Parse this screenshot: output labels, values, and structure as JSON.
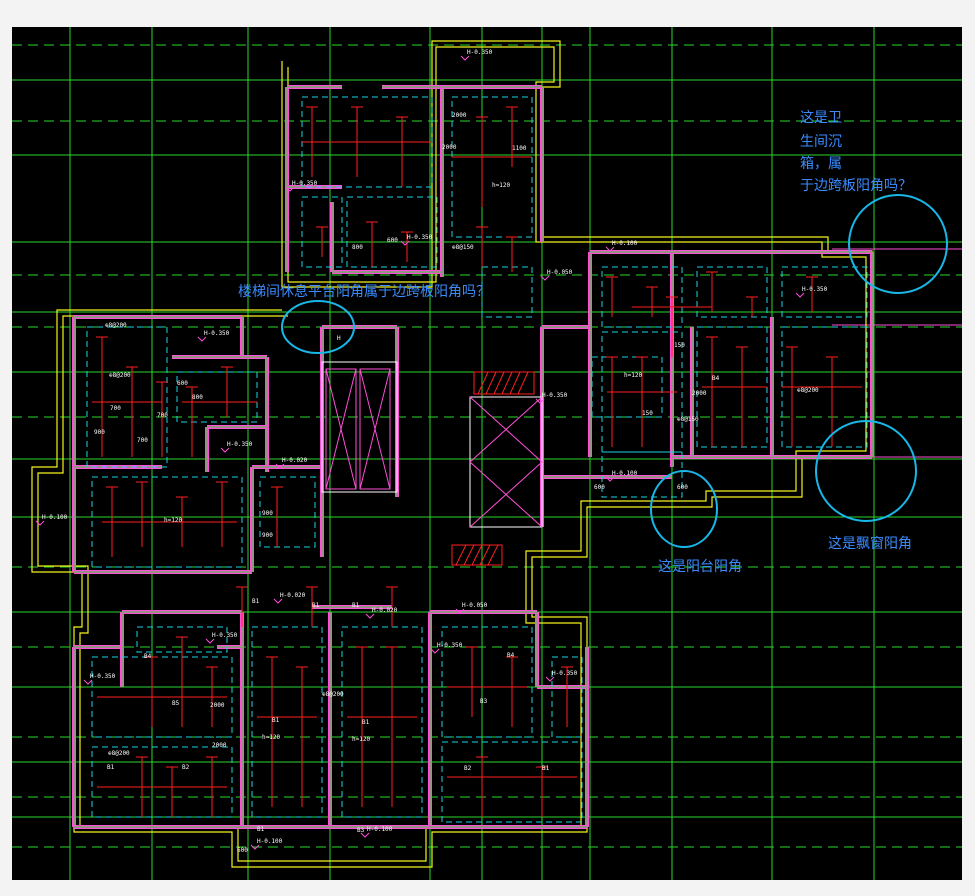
{
  "drawing": {
    "background": "#000000",
    "colors": {
      "grid_axis": "#2bd62b",
      "wall": "#ff4fd8",
      "outline": "#f4f41c",
      "rebar": "#ff2020",
      "dashed": "#1ad5e6",
      "annotation": "#3a8cff",
      "circle": "#18b7e8",
      "white": "#ffffff"
    }
  },
  "annotations": {
    "bathroom_q_line1": "这是卫",
    "bathroom_q_line2": "生间沉",
    "bathroom_q_line3": "箱，属",
    "bathroom_q_line4": "于边跨板阳角吗？",
    "stair_q": "楼梯间休息平台阳角属于边跨板阳角吗？",
    "balcony": "这是阳台阳角",
    "bay_window": "这是飘窗阳角"
  },
  "labels": {
    "h_120": "h=120",
    "h_0350": "H-0.350",
    "h_0100": "H-0.100",
    "h_0020": "H-0.020",
    "h_0050": "H-0.050",
    "b1": "B1",
    "b2": "B2",
    "b3": "B3",
    "b4": "B4",
    "b5": "B5",
    "d2000": "2000",
    "d1100": "1100",
    "d900": "900",
    "d800": "800",
    "d700": "700",
    "d600": "600",
    "d150": "150",
    "rebar_a": "⊕8@200",
    "rebar_b": "⊕8@150",
    "h_label": "H"
  }
}
